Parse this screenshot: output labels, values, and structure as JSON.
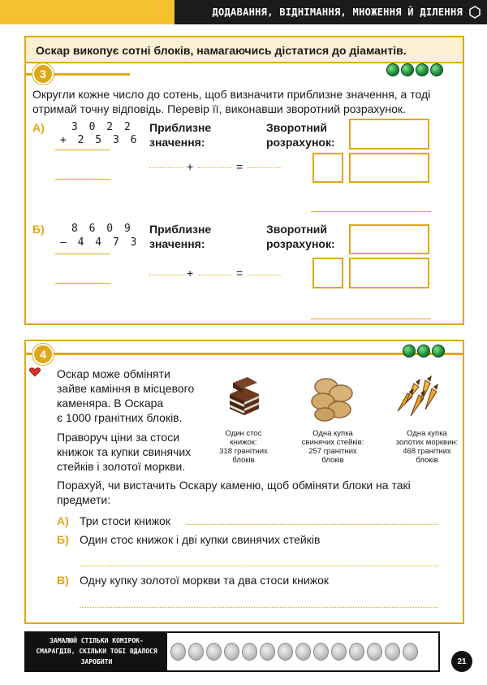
{
  "header": {
    "title": "ДОДАВАННЯ, ВІДНІМАННЯ, МНОЖЕННЯ Й ДІЛЕННЯ"
  },
  "task3": {
    "number": "3",
    "title": "Оскар викопує сотні блоків, намагаючись дістатися до діамантів.",
    "instruction_line1": "Округли кожне число до сотень, щоб визначити приблизне значення, а тоді",
    "instruction_line2": "отримай точну відповідь. Перевір її, виконавши зворотний розрахунок.",
    "approx_label_1": "Приблизне",
    "approx_label_2": "значення:",
    "reverse_label_1": "Зворотний",
    "reverse_label_2": "розрахунок:",
    "plus": "+",
    "equals": "=",
    "a": {
      "label": "А)",
      "top": "3 0 2 2",
      "bottom": "+ 2 5 3 6"
    },
    "b": {
      "label": "Б)",
      "top": "8 6 0 9",
      "bottom": "– 4 4 7 3"
    },
    "gems": 4
  },
  "task4": {
    "number": "4",
    "gems": 3,
    "intro": [
      "Оскар може обміняти",
      "зайве каміння в місцевого",
      "каменяра. В Оскара",
      "є 1000 гранітних блоків."
    ],
    "intro2": [
      "Праворуч ціни за стоси",
      "книжок та купки свинячих",
      "стейків і золотої моркви."
    ],
    "items": [
      {
        "icon": "books-icon",
        "caption": [
          "Один стос",
          "книжок:",
          "318 гранітних",
          "блоків"
        ]
      },
      {
        "icon": "porkchop-icon",
        "caption": [
          "Одна купка",
          "свинячих стейків:",
          "257 гранітних",
          "блоків"
        ]
      },
      {
        "icon": "golden-carrot-icon",
        "caption": [
          "Одна купка",
          "золотих морквин:",
          "468 гранітних",
          "блоків"
        ]
      }
    ],
    "question_line1": "Порахуй, чи вистачить Оскару каменю, щоб обміняти блоки на такі",
    "question_line2": "предмети:",
    "qa": {
      "label": "А)",
      "text": "Три стоси книжок"
    },
    "qb": {
      "label": "Б)",
      "text": "Один стос книжок і дві купки свинячих стейків"
    },
    "qc": {
      "label": "В)",
      "text": "Одну купку золотої моркви та два стоси книжок"
    }
  },
  "footer": {
    "line1": "ЗАМАЛЮЙ СТІЛЬКИ КОМІРОК-",
    "line2": "СМАРАГДІВ, СКІЛЬКИ ТОБІ ВДАЛОСЯ",
    "line3": "ЗАРОБИТИ",
    "cells": 14,
    "page_number": "21"
  },
  "colors": {
    "accent": "#e0a718",
    "header_bg": "#f6c12e",
    "title_bg": "#fcf0d3",
    "gem": "#1d8e3a"
  }
}
